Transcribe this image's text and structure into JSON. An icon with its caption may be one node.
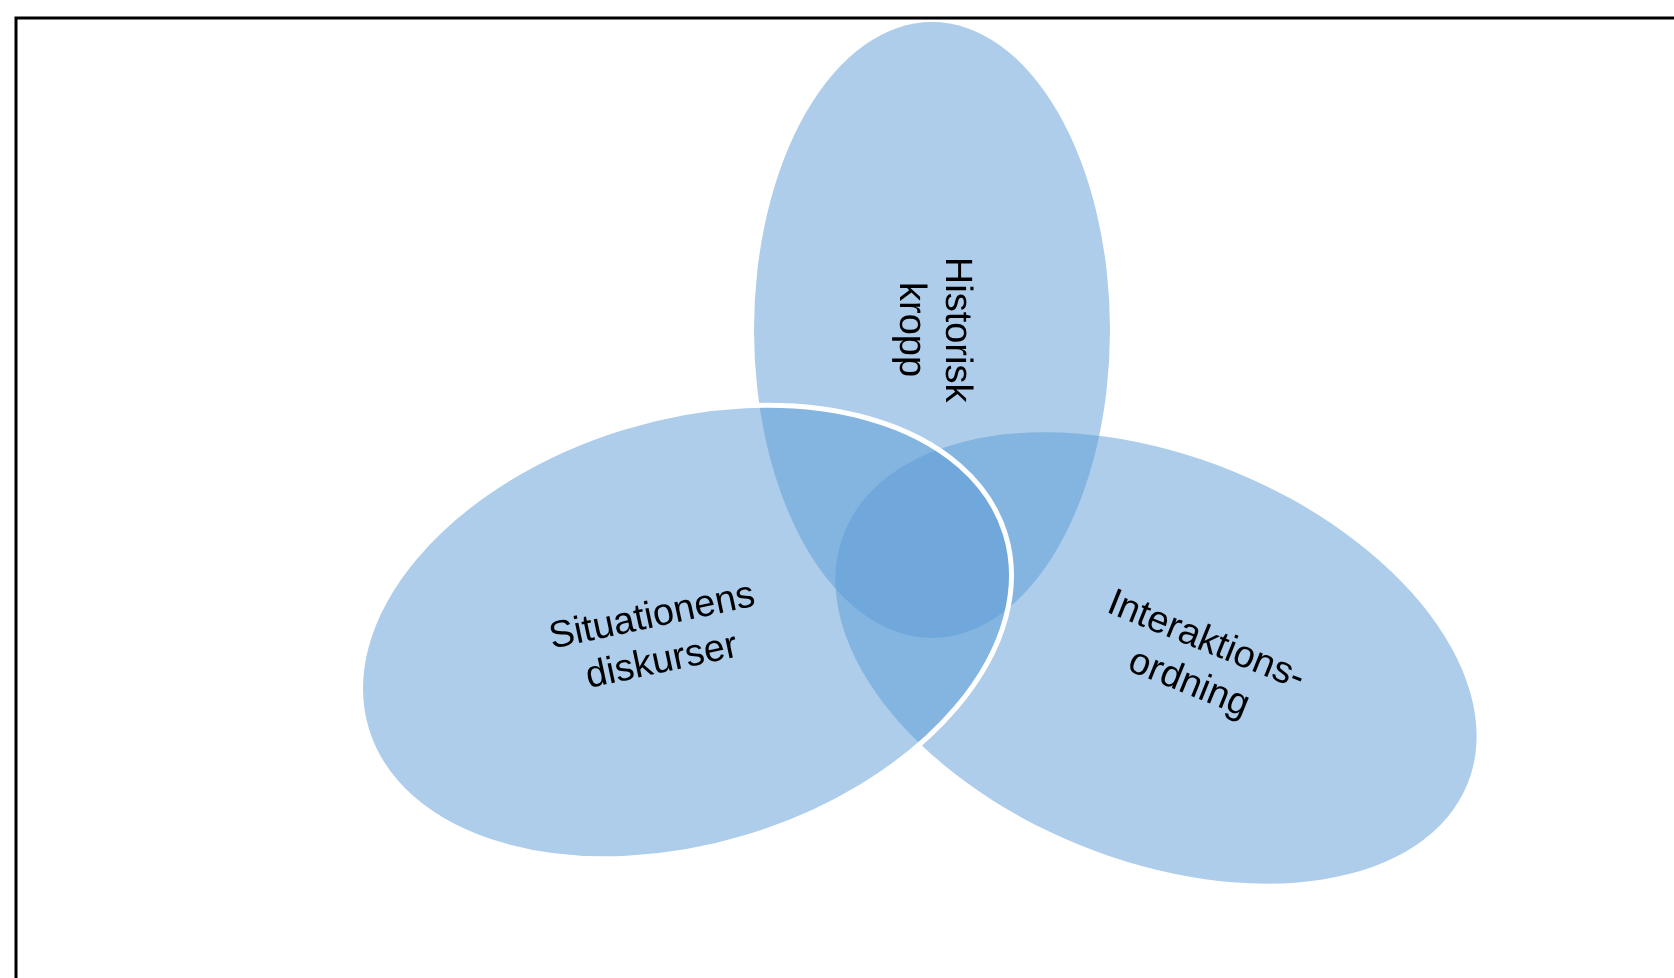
{
  "diagram": {
    "nodes": [
      {
        "text": [
          "Historisk kropp"
        ]
      },
      {
        "text": [
          "Interaktions- ordning"
        ]
      },
      {
        "text": [
          "Situationens diskurser"
        ]
      }
    ],
    "edges": []
  }
}
